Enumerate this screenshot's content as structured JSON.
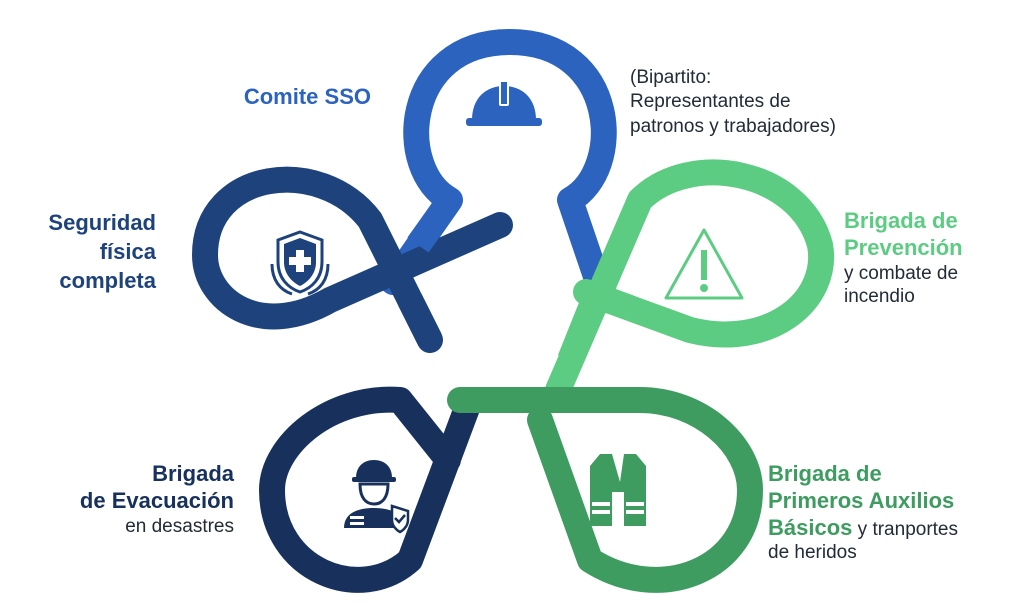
{
  "nodes": [
    {
      "id": "comite-sso",
      "title": "Comite SSO",
      "icon": "hard-hat-icon",
      "color": "#2b63be"
    },
    {
      "id": "bipartito",
      "lines": [
        "(Bipartito:",
        "Representantes de",
        "patronos y trabajadores)"
      ]
    },
    {
      "id": "seguridad",
      "title_lines": [
        "Seguridad",
        "física",
        "completa"
      ],
      "icon": "shield-hands-icon",
      "color": "#1e437c"
    },
    {
      "id": "prevencion",
      "title_lines": [
        "Brigada de",
        "Prevención"
      ],
      "desc_lines": [
        "y combate de",
        "incendio"
      ],
      "icon": "warning-triangle-icon",
      "color": "#5dcc83"
    },
    {
      "id": "evacuacion",
      "title_lines": [
        "Brigada",
        "de Evacuación"
      ],
      "desc": "en desastres",
      "icon": "worker-shield-icon",
      "color": "#17315c"
    },
    {
      "id": "primeros-auxilios",
      "title_lines": [
        "Brigada de",
        "Primeros Auxilios",
        "Básicos"
      ],
      "desc_inline": " y tranportes",
      "desc_last": "de heridos",
      "icon": "safety-vest-icon",
      "color": "#3e9c60"
    }
  ]
}
